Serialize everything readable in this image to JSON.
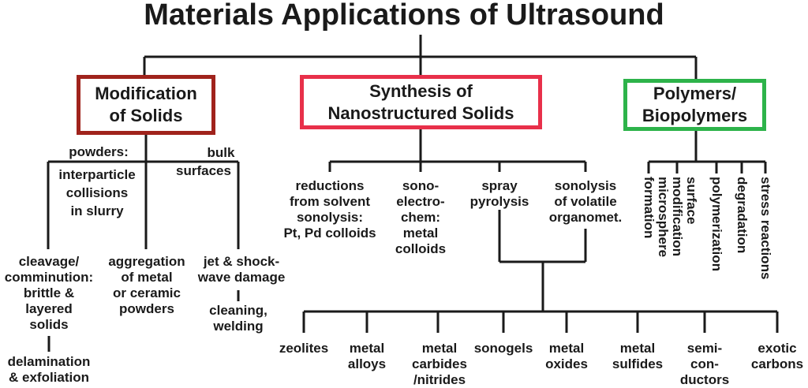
{
  "title": "Materials Applications of Ultrasound",
  "colors": {
    "modification": "#a0231c",
    "synthesis": "#e8304a",
    "polymers": "#2db34a",
    "lines": "#1a1a1a"
  },
  "modification": {
    "label": "Modification\nof Solids",
    "powders": "powders:",
    "powders_desc": "interparticle\ncollisions\nin slurry",
    "bulk": "bulk",
    "surfaces": "surfaces",
    "cleavage": "cleavage/\ncomminution:\nbrittle &\nlayered\nsolids",
    "delamination": "delamination\n& exfoliation",
    "aggregation": "aggregation\nof metal\nor ceramic\npowders",
    "jet": "jet & shock-\nwave damage",
    "cleaning": "cleaning,\nwelding"
  },
  "synthesis": {
    "label": "Synthesis of\nNanostructured Solids",
    "methods": [
      "reductions\nfrom solvent\nsonolysis:\nPt, Pd colloids",
      "sono-\nelectro-\nchem:\nmetal\ncolloids",
      "spray\npyrolysis",
      "sonolysis\nof volatile\norganomet."
    ],
    "products": [
      "zeolites",
      "metal\nalloys",
      "metal\ncarbides\n/nitrides",
      "sonogels",
      "metal\noxides",
      "metal\nsulfides",
      "semi-\ncon-\nductors",
      "exotic\ncarbons"
    ]
  },
  "polymers": {
    "label": "Polymers/\nBiopolymers",
    "items": [
      "microsphere\nformation",
      "surface\nmodification",
      "polymerization",
      "degradation",
      "stress reactions"
    ]
  }
}
